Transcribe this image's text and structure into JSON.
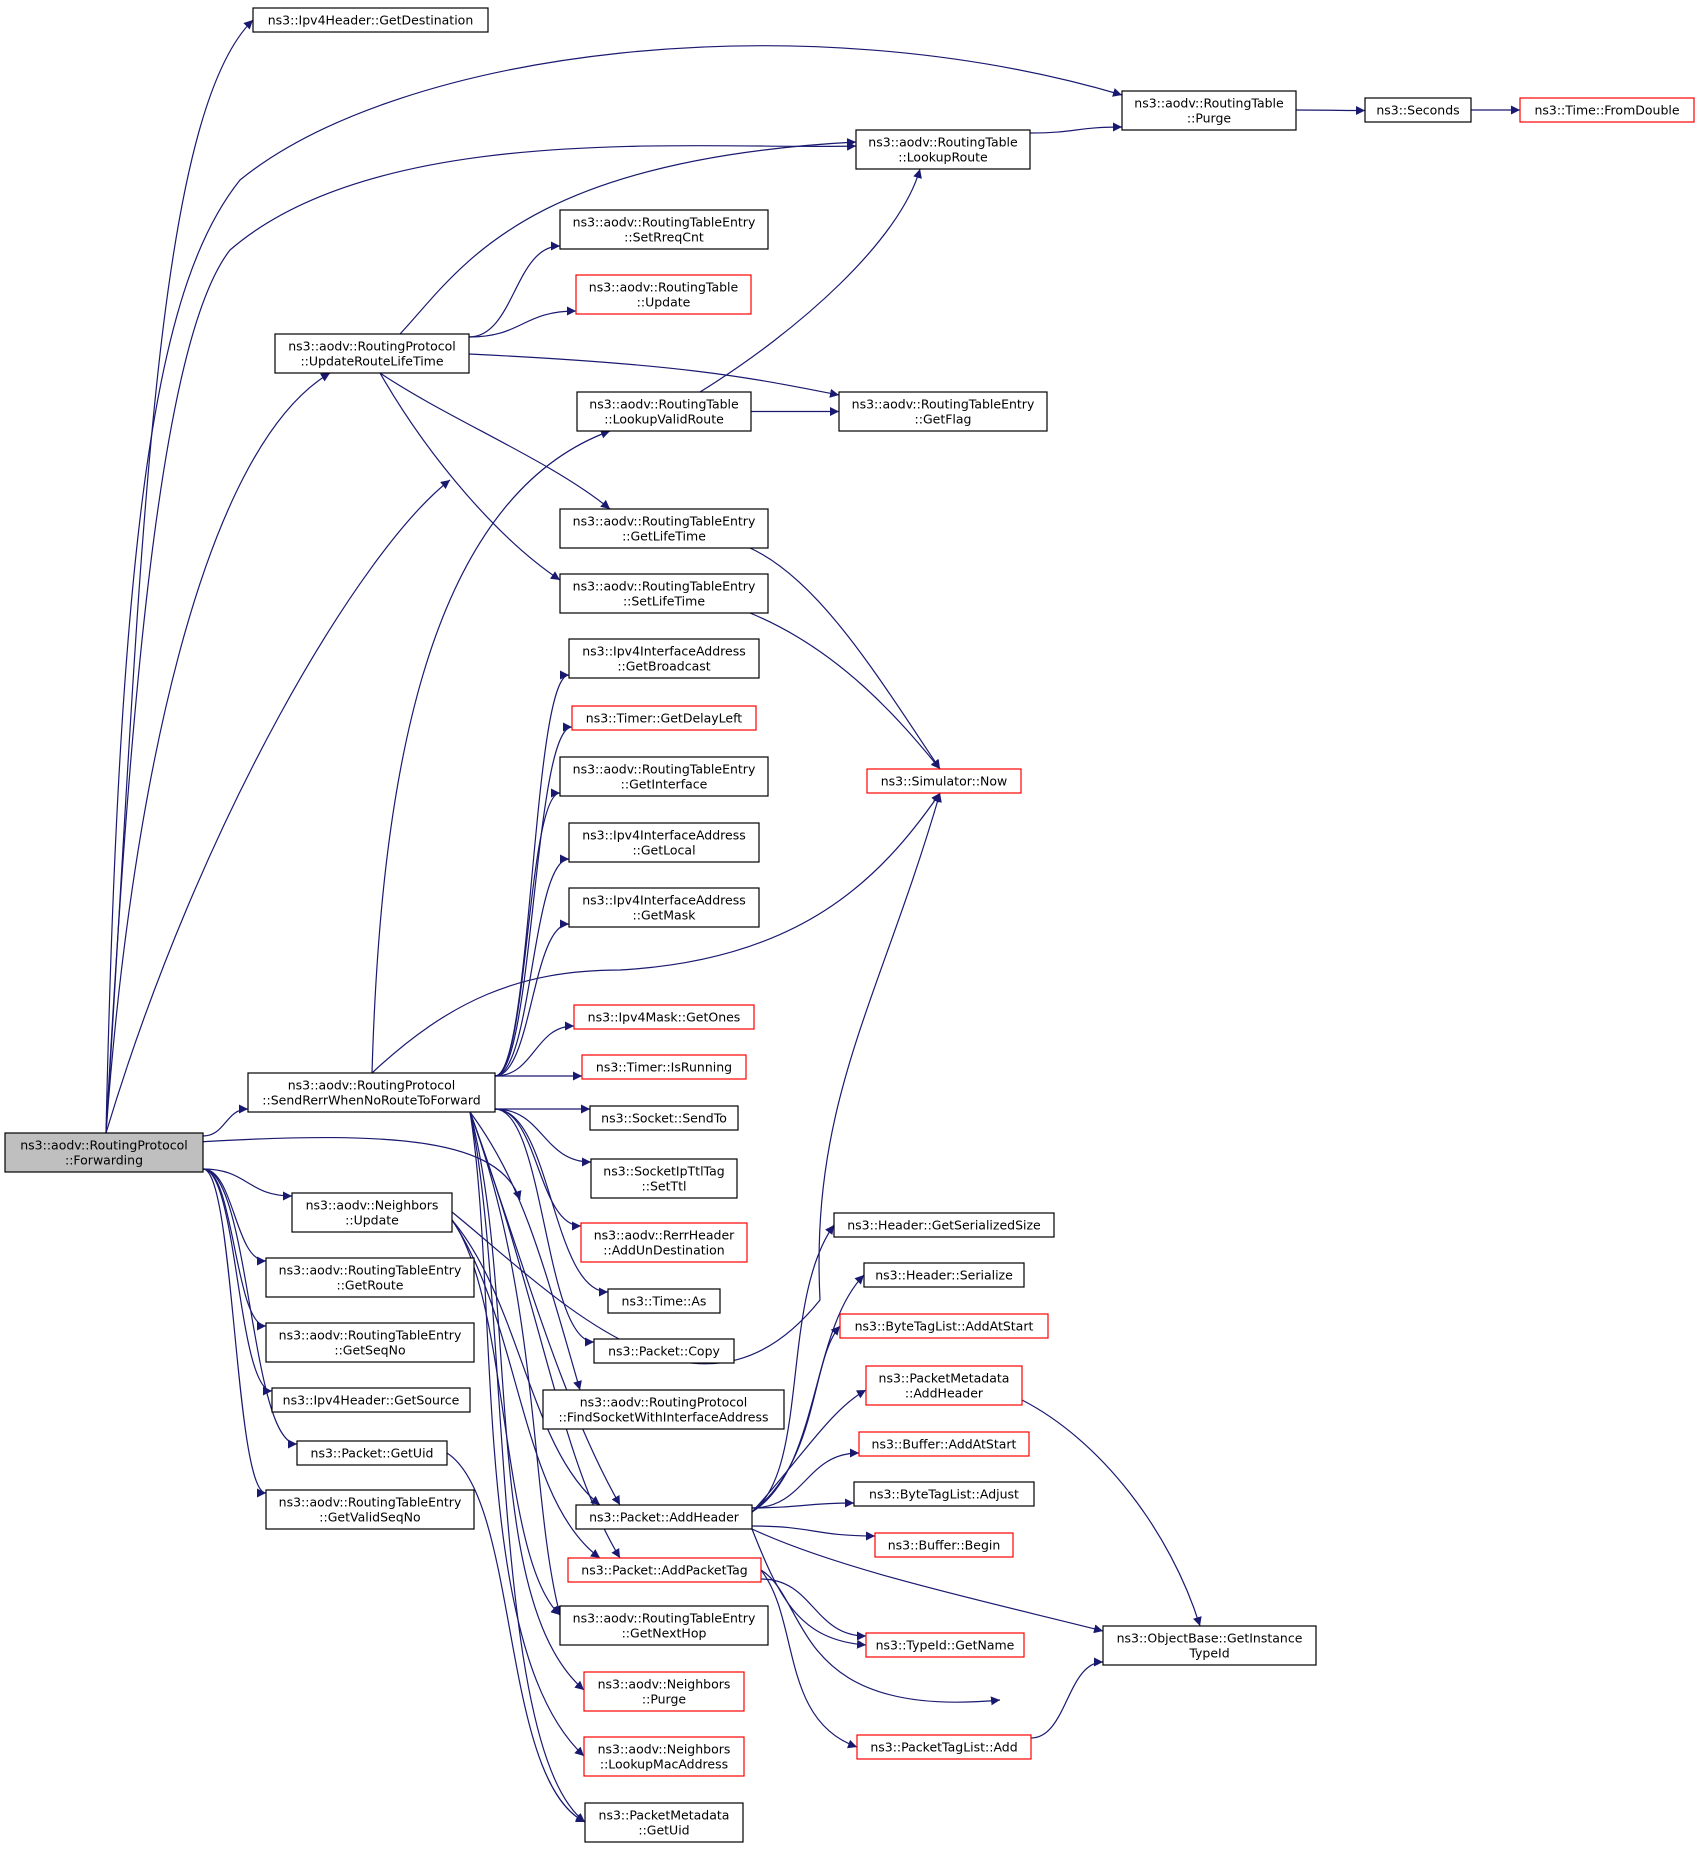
{
  "colors": {
    "edge": "#191970",
    "border_normal": "#000000",
    "border_truncated": "#ff0000",
    "root_fill": "#bfbfbf",
    "node_fill": "#ffffff"
  },
  "nodes": {
    "root": [
      "ns3::aodv::RoutingProtocol",
      "::Forwarding"
    ],
    "ipv4h_getdest": [
      "ns3::Ipv4Header::GetDestination"
    ],
    "rt_purge": [
      "ns3::aodv::RoutingTable",
      "::Purge"
    ],
    "seconds": [
      "ns3::Seconds"
    ],
    "time_fromdouble": [
      "ns3::Time::FromDouble"
    ],
    "rt_lookuproute": [
      "ns3::aodv::RoutingTable",
      "::LookupRoute"
    ],
    "rte_setrreqcnt": [
      "ns3::aodv::RoutingTableEntry",
      "::SetRreqCnt"
    ],
    "rt_update": [
      "ns3::aodv::RoutingTable",
      "::Update"
    ],
    "rp_updateroutelifetime": [
      "ns3::aodv::RoutingProtocol",
      "::UpdateRouteLifeTime"
    ],
    "rt_lookupvalidroute": [
      "ns3::aodv::RoutingTable",
      "::LookupValidRoute"
    ],
    "rte_getflag": [
      "ns3::aodv::RoutingTableEntry",
      "::GetFlag"
    ],
    "rte_getlifetime": [
      "ns3::aodv::RoutingTableEntry",
      "::GetLifeTime"
    ],
    "rte_setlifetime": [
      "ns3::aodv::RoutingTableEntry",
      "::SetLifeTime"
    ],
    "ifaddr_getbroadcast": [
      "ns3::Ipv4InterfaceAddress",
      "::GetBroadcast"
    ],
    "timer_getdelayleft": [
      "ns3::Timer::GetDelayLeft"
    ],
    "sim_now": [
      "ns3::Simulator::Now"
    ],
    "rte_getinterface": [
      "ns3::aodv::RoutingTableEntry",
      "::GetInterface"
    ],
    "ifaddr_getlocal": [
      "ns3::Ipv4InterfaceAddress",
      "::GetLocal"
    ],
    "ifaddr_getmask": [
      "ns3::Ipv4InterfaceAddress",
      "::GetMask"
    ],
    "mask_getones": [
      "ns3::Ipv4Mask::GetOnes"
    ],
    "rp_sendrerr": [
      "ns3::aodv::RoutingProtocol",
      "::SendRerrWhenNoRouteToForward"
    ],
    "timer_isrunning": [
      "ns3::Timer::IsRunning"
    ],
    "socket_sendto": [
      "ns3::Socket::SendTo"
    ],
    "sockipttltag_setttl": [
      "ns3::SocketIpTtlTag",
      "::SetTtl"
    ],
    "rerr_addundest": [
      "ns3::aodv::RerrHeader",
      "::AddUnDestination"
    ],
    "nb_update": [
      "ns3::aodv::Neighbors",
      "::Update"
    ],
    "header_getsersize": [
      "ns3::Header::GetSerializedSize"
    ],
    "header_serialize": [
      "ns3::Header::Serialize"
    ],
    "time_as": [
      "ns3::Time::As"
    ],
    "rte_getroute": [
      "ns3::aodv::RoutingTableEntry",
      "::GetRoute"
    ],
    "btl_addatstart": [
      "ns3::ByteTagList::AddAtStart"
    ],
    "packet_copy": [
      "ns3::Packet::Copy"
    ],
    "rte_getseqno": [
      "ns3::aodv::RoutingTableEntry",
      "::GetSeqNo"
    ],
    "pm_addheader": [
      "ns3::PacketMetadata",
      "::AddHeader"
    ],
    "rp_findsocket": [
      "ns3::aodv::RoutingProtocol",
      "::FindSocketWithInterfaceAddress"
    ],
    "ipv4h_getsource": [
      "ns3::Ipv4Header::GetSource"
    ],
    "buffer_addatstart": [
      "ns3::Buffer::AddAtStart"
    ],
    "packet_getuid": [
      "ns3::Packet::GetUid"
    ],
    "btl_adjust": [
      "ns3::ByteTagList::Adjust"
    ],
    "packet_addheader": [
      "ns3::Packet::AddHeader"
    ],
    "rte_getvalidseqno": [
      "ns3::aodv::RoutingTableEntry",
      "::GetValidSeqNo"
    ],
    "buffer_begin": [
      "ns3::Buffer::Begin"
    ],
    "packet_addpackettag": [
      "ns3::Packet::AddPacketTag"
    ],
    "rte_getnexthop": [
      "ns3::aodv::RoutingTableEntry",
      "::GetNextHop"
    ],
    "typeid_getname": [
      "ns3::TypeId::GetName"
    ],
    "objbase_getinstancetypeid": [
      "ns3::ObjectBase::GetInstance",
      "TypeId"
    ],
    "nb_purge": [
      "ns3::aodv::Neighbors",
      "::Purge"
    ],
    "ptl_add": [
      "ns3::PacketTagList::Add"
    ],
    "nb_lookupmac": [
      "ns3::aodv::Neighbors",
      "::LookupMacAddress"
    ],
    "pm_getuid": [
      "ns3::PacketMetadata",
      "::GetUid"
    ]
  },
  "truncated_nodes": [
    "time_fromdouble",
    "rt_update",
    "timer_getdelayleft",
    "sim_now",
    "mask_getones",
    "timer_isrunning",
    "rerr_addundest",
    "btl_addatstart",
    "pm_addheader",
    "buffer_addatstart",
    "buffer_begin",
    "packet_addpackettag",
    "typeid_getname",
    "nb_purge",
    "ptl_add",
    "nb_lookupmac"
  ],
  "root_node": "root",
  "edges": [
    [
      "root",
      "ipv4h_getdest"
    ],
    [
      "root",
      "rt_purge"
    ],
    [
      "root",
      "rt_lookuproute"
    ],
    [
      "root",
      "rp_updateroutelifetime"
    ],
    [
      "root",
      "rte_getflag"
    ],
    [
      "root",
      "rp_sendrerr"
    ],
    [
      "root",
      "rp_findsocket"
    ],
    [
      "root",
      "nb_update"
    ],
    [
      "root",
      "rte_getroute"
    ],
    [
      "root",
      "rte_getseqno"
    ],
    [
      "root",
      "ipv4h_getsource"
    ],
    [
      "root",
      "packet_getuid"
    ],
    [
      "root",
      "rte_getvalidseqno"
    ],
    [
      "rt_purge",
      "seconds"
    ],
    [
      "seconds",
      "time_fromdouble"
    ],
    [
      "rt_lookuproute",
      "rt_purge"
    ],
    [
      "rp_updateroutelifetime",
      "rt_lookuproute"
    ],
    [
      "rp_updateroutelifetime",
      "rte_setrreqcnt"
    ],
    [
      "rp_updateroutelifetime",
      "rt_update"
    ],
    [
      "rp_updateroutelifetime",
      "rte_getflag"
    ],
    [
      "rp_updateroutelifetime",
      "rte_getlifetime"
    ],
    [
      "rp_updateroutelifetime",
      "rte_setlifetime"
    ],
    [
      "rt_lookupvalidroute",
      "rt_lookuproute"
    ],
    [
      "rt_lookupvalidroute",
      "rte_getflag"
    ],
    [
      "rte_getlifetime",
      "sim_now"
    ],
    [
      "rte_setlifetime",
      "sim_now"
    ],
    [
      "rp_sendrerr",
      "rt_lookupvalidroute"
    ],
    [
      "rp_sendrerr",
      "ifaddr_getbroadcast"
    ],
    [
      "rp_sendrerr",
      "timer_getdelayleft"
    ],
    [
      "rp_sendrerr",
      "rte_getinterface"
    ],
    [
      "rp_sendrerr",
      "ifaddr_getlocal"
    ],
    [
      "rp_sendrerr",
      "ifaddr_getmask"
    ],
    [
      "rp_sendrerr",
      "sim_now"
    ],
    [
      "rp_sendrerr",
      "mask_getones"
    ],
    [
      "rp_sendrerr",
      "timer_isrunning"
    ],
    [
      "rp_sendrerr",
      "socket_sendto"
    ],
    [
      "rp_sendrerr",
      "sockipttltag_setttl"
    ],
    [
      "rp_sendrerr",
      "rerr_addundest"
    ],
    [
      "rp_sendrerr",
      "time_as"
    ],
    [
      "rp_sendrerr",
      "packet_copy"
    ],
    [
      "rp_sendrerr",
      "rp_findsocket"
    ],
    [
      "rp_sendrerr",
      "packet_addheader"
    ],
    [
      "rp_sendrerr",
      "packet_addpackettag"
    ],
    [
      "rp_sendrerr",
      "rte_getnexthop"
    ],
    [
      "rp_sendrerr",
      "nb_purge"
    ],
    [
      "rp_sendrerr",
      "nb_lookupmac"
    ],
    [
      "rp_sendrerr",
      "pm_getuid"
    ],
    [
      "nb_update",
      "sim_now"
    ],
    [
      "nb_update",
      "packet_addheader"
    ],
    [
      "nb_update",
      "packet_addpackettag"
    ],
    [
      "nb_update",
      "rte_getnexthop"
    ],
    [
      "packet_getuid",
      "pm_getuid"
    ],
    [
      "packet_addheader",
      "header_getsersize"
    ],
    [
      "packet_addheader",
      "header_serialize"
    ],
    [
      "packet_addheader",
      "btl_addatstart"
    ],
    [
      "packet_addheader",
      "pm_addheader"
    ],
    [
      "packet_addheader",
      "buffer_addatstart"
    ],
    [
      "packet_addheader",
      "btl_adjust"
    ],
    [
      "packet_addheader",
      "buffer_begin"
    ],
    [
      "packet_addheader",
      "typeid_getname"
    ],
    [
      "packet_addheader",
      "objbase_getinstancetypeid"
    ],
    [
      "pm_addheader",
      "objbase_getinstancetypeid"
    ],
    [
      "packet_addpackettag",
      "typeid_getname"
    ],
    [
      "packet_addpackettag",
      "objbase_getinstancetypeid"
    ],
    [
      "packet_addpackettag",
      "ptl_add"
    ],
    [
      "ptl_add",
      "objbase_getinstancetypeid"
    ]
  ]
}
